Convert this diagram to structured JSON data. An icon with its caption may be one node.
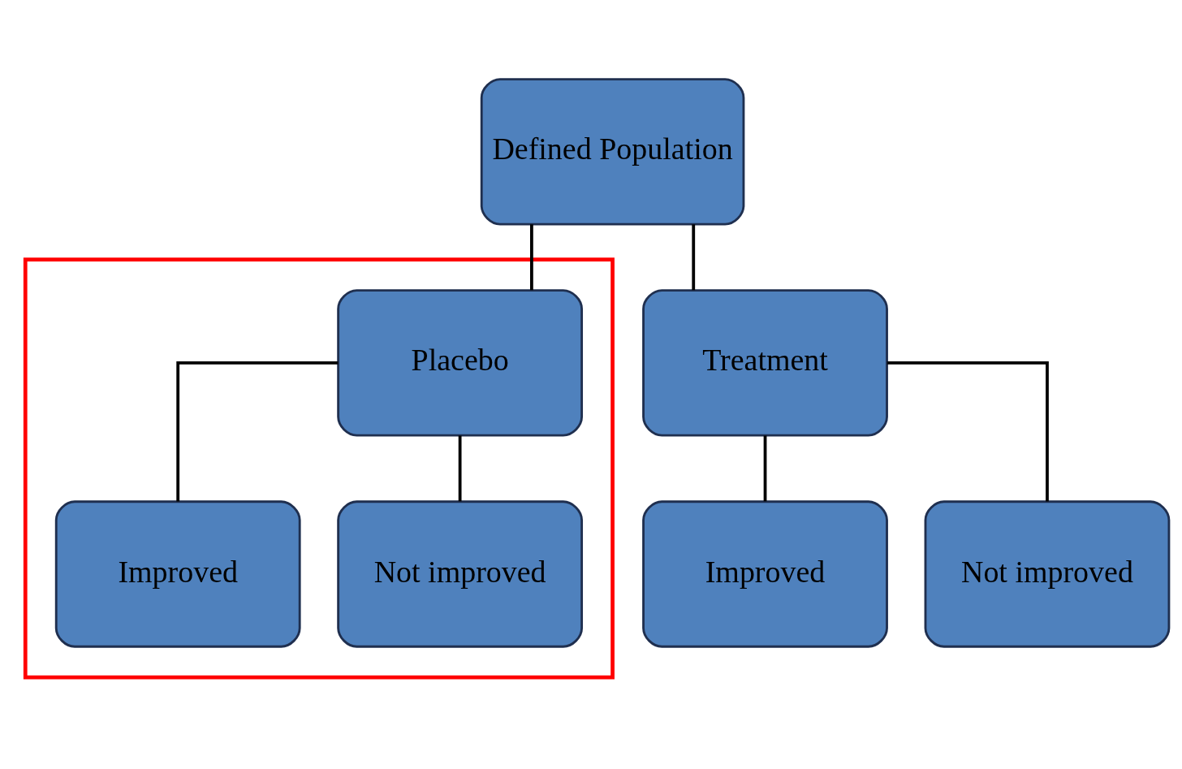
{
  "diagram": {
    "nodes": [
      {
        "text": [
          "Defined Population"
        ]
      },
      {
        "text": [
          "Treatment"
        ]
      },
      {
        "text": [],
        "shape": "box"
      },
      {
        "text": [
          "Placebo"
        ],
        "in": 2
      },
      {
        "text": [
          "Improved"
        ]
      },
      {
        "text": [
          "Not improved"
        ]
      },
      {
        "text": [
          "Improved"
        ],
        "in": 2
      },
      {
        "text": [
          "Not improved"
        ],
        "in": 2
      }
    ],
    "edges": [
      {
        "from": 0,
        "to": 1,
        "arrow": "none"
      },
      {
        "from": 0,
        "to": 3,
        "arrow": "none"
      },
      {
        "from": 1,
        "to": 4,
        "arrow": "none"
      },
      {
        "from": 1,
        "to": 5,
        "arrow": "none"
      },
      {
        "from": 3,
        "to": 6,
        "arrow": "none"
      },
      {
        "from": 3,
        "to": 7,
        "arrow": "none"
      }
    ]
  }
}
